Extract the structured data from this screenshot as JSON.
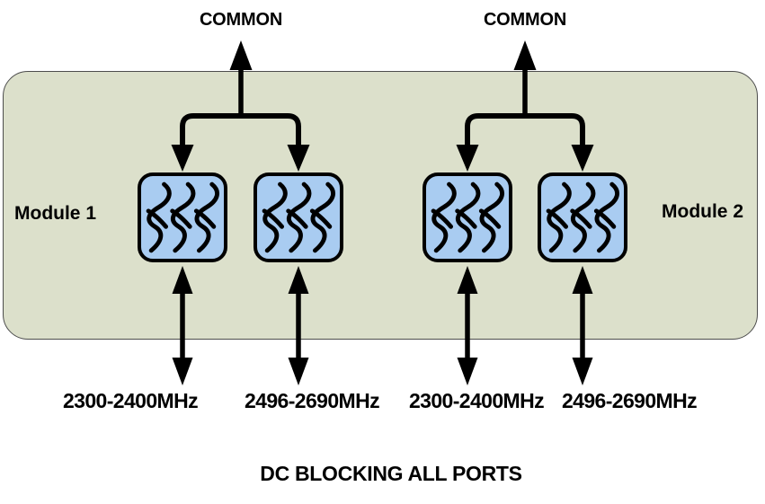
{
  "diagram": {
    "footer": "DC BLOCKING ALL PORTS",
    "icons": {
      "filter_block": "bandpass-filter-squiggle-icon"
    },
    "colors": {
      "background": "#ffffff",
      "panel_fill": "#dce0cb",
      "panel_border": "#4d4d4d",
      "filter_fill": "#a9ccf1",
      "filter_border": "#000000",
      "wire": "#000000",
      "text": "#000000"
    },
    "modules": [
      {
        "label": "Module 1",
        "common_label": "COMMON",
        "filters": [
          {
            "port_label": "2300-2400MHz"
          },
          {
            "port_label": "2496-2690MHz"
          }
        ]
      },
      {
        "label": "Module 2",
        "common_label": "COMMON",
        "filters": [
          {
            "port_label": "2300-2400MHz"
          },
          {
            "port_label": "2496-2690MHz"
          }
        ]
      }
    ]
  }
}
